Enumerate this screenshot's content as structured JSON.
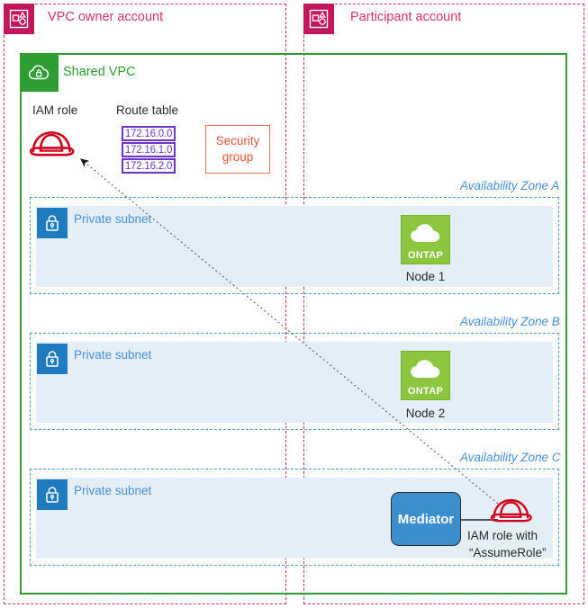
{
  "diagram": {
    "title": "AWS Shared VPC with ONTAP nodes and Mediator",
    "colors": {
      "account_pink": "#d6336c",
      "account_icon_fill": "#c2185b",
      "vpc_green": "#2e9e34",
      "az_blue": "#4a90d9",
      "subnet_fill": "#e3eef7",
      "subnet_icon_fill": "#1f7ac0",
      "route_purple": "#6b35c9",
      "security_orange": "#e8563a",
      "ontap_green": "#8cc63f",
      "mediator_blue": "#3d8ecc",
      "iam_red": "#d0021b"
    }
  },
  "accounts": [
    {
      "label": "VPC owner account",
      "icon": "aws-account-icon"
    },
    {
      "label": "Participant account",
      "icon": "aws-account-icon"
    }
  ],
  "vpc": {
    "label": "Shared VPC",
    "icon": "vpc-cloud-lock-icon"
  },
  "iam_role": {
    "label": "IAM role",
    "icon": "iam-role-hardhat-icon"
  },
  "route_table": {
    "label": "Route table",
    "entries": [
      "172.16.0.0",
      "172.16.1.0",
      "172.16.2.0"
    ]
  },
  "security_group": {
    "line1": "Security",
    "line2": "group"
  },
  "zones": [
    {
      "label": "Availability Zone A",
      "subnet": {
        "label": "Private subnet",
        "icon": "private-subnet-lock-icon"
      },
      "node": {
        "badge": "ONTAP",
        "caption": "Node 1",
        "icon": "ontap-cloud-icon"
      }
    },
    {
      "label": "Availability Zone B",
      "subnet": {
        "label": "Private subnet",
        "icon": "private-subnet-lock-icon"
      },
      "node": {
        "badge": "ONTAP",
        "caption": "Node 2",
        "icon": "ontap-cloud-icon"
      }
    },
    {
      "label": "Availability Zone C",
      "subnet": {
        "label": "Private subnet",
        "icon": "private-subnet-lock-icon"
      },
      "mediator": {
        "label": "Mediator"
      },
      "assume_role": {
        "icon": "iam-role-hardhat-icon",
        "line1": "IAM role with",
        "line2": "“AssumeRole”"
      }
    }
  ]
}
